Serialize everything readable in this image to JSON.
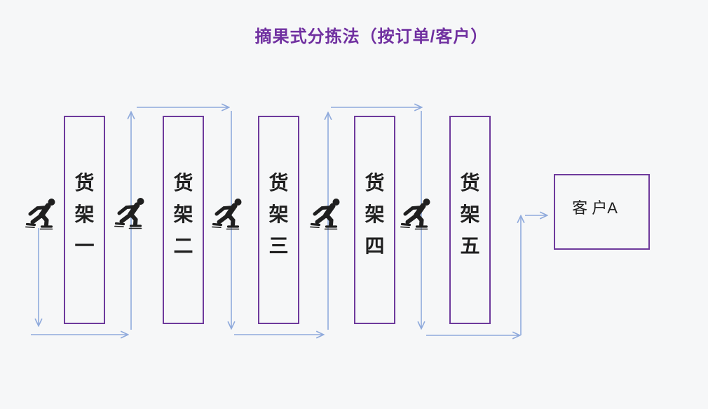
{
  "title": "摘果式分拣法（按订单/客户）",
  "shelves": [
    {
      "label": "货架一"
    },
    {
      "label": "货架二"
    },
    {
      "label": "货架三"
    },
    {
      "label": "货架四"
    },
    {
      "label": "货架五"
    }
  ],
  "customer": {
    "label": "客 户A"
  },
  "icons": {
    "skater": "speed-skater-icon"
  },
  "colors": {
    "accent_purple": "#7030A0",
    "box_border_purple": "#6E3A9C",
    "arrow_blue": "#8FAADC",
    "text": "#1F1F1F",
    "background": "#F6F7F8"
  }
}
